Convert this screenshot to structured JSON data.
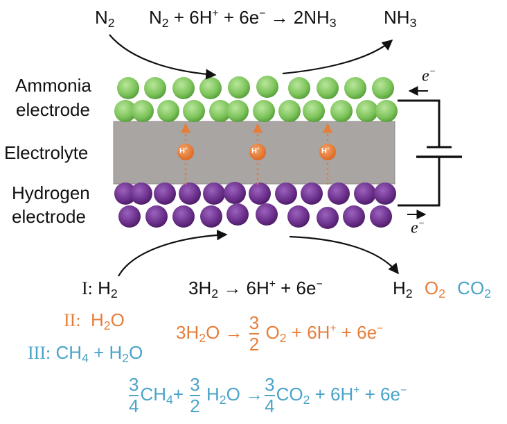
{
  "colors": {
    "green": "#7cc35a",
    "purple": "#6a2f8a",
    "electrolyte": "#a9a5a3",
    "orange": "#e67e3b",
    "blue": "#4aa3c8",
    "black": "#111111"
  },
  "top": {
    "n2_label": "N",
    "n2_sub": "2",
    "reaction": {
      "a": "N",
      "a_sub": "2",
      "b": " + 6H",
      "b_sup": "+",
      "c": " + 6e",
      "c_sup": "−",
      "arrow": " → ",
      "d": "2NH",
      "d_sub": "3"
    },
    "nh3_label": "NH",
    "nh3_sub": "3"
  },
  "labels": {
    "ammonia_1": "Ammonia",
    "ammonia_2": "electrode",
    "electrolyte": "Electrolyte",
    "hydrogen_1": "Hydrogen",
    "hydrogen_2": "electrode"
  },
  "circuit": {
    "electron_top": "e",
    "electron_top_sup": "−",
    "electron_bottom": "e",
    "electron_bottom_sup": "−"
  },
  "proton": {
    "label": "H",
    "sup": "+"
  },
  "bottom": {
    "feed_I": {
      "numeral": "I:",
      "species": "H",
      "species_sub": "2"
    },
    "reaction_I": {
      "a": "3H",
      "a_sub": "2",
      "arrow": " → ",
      "b": "6H",
      "b_sup": "+",
      "c": " + 6e",
      "c_sup": "−"
    },
    "products": [
      {
        "text": "H",
        "sub": "2",
        "color": "#111111"
      },
      {
        "text": "O",
        "sub": "2",
        "color": "#e67e3b"
      },
      {
        "text": "CO",
        "sub": "2",
        "color": "#4aa3c8"
      }
    ],
    "feed_II": {
      "numeral": "II:",
      "species": "H",
      "species_sub": "2",
      "species_tail": "O"
    },
    "feed_III": {
      "numeral": "III:",
      "a": "CH",
      "a_sub": "4",
      "b": " + H",
      "b_sub": "2",
      "c": "O"
    },
    "reaction_II": {
      "a": "3H",
      "a_sub": "2",
      "b": "O",
      "arrow": " → ",
      "frac_num": "3",
      "frac_den": "2",
      "c": "O",
      "c_sub": "2",
      "d": " + 6H",
      "d_sup": "+",
      "e": " + 6e",
      "e_sup": "−"
    },
    "reaction_III": {
      "f1_num": "3",
      "f1_den": "4",
      "a": "CH",
      "a_sub": "4",
      "plus": "+",
      "f2_num": "3",
      "f2_den": "2",
      "b": "H",
      "b_sub": "2",
      "b_tail": "O",
      "arrow": " →",
      "f3_num": "3",
      "f3_den": "4",
      "c": "CO",
      "c_sub": "2",
      "d": " + 6H",
      "d_sup": "+",
      "e": " + 6e",
      "e_sup": "−"
    }
  }
}
